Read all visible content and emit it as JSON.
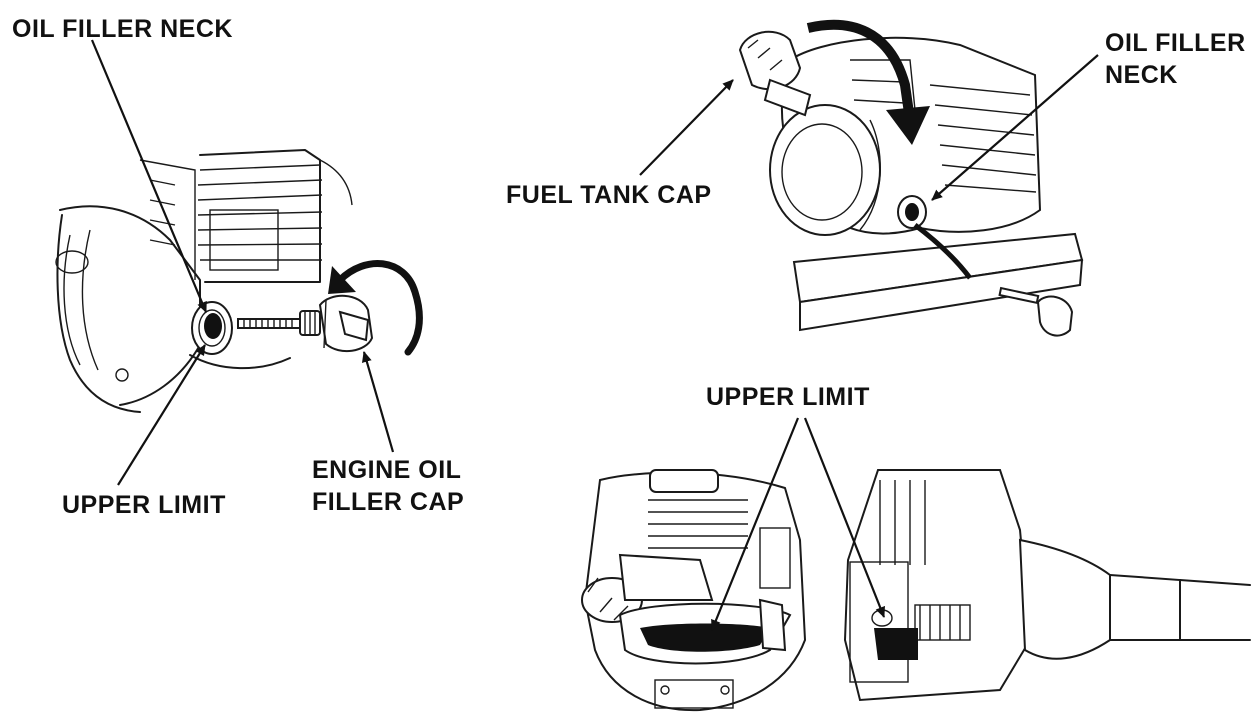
{
  "labels": {
    "oil_filler_neck_left": "OIL FILLER NECK",
    "upper_limit_left": "UPPER LIMIT",
    "engine_oil_filler_cap_line1": "ENGINE OIL",
    "engine_oil_filler_cap_line2": "FILLER CAP",
    "fuel_tank_cap": "FUEL TANK CAP",
    "oil_filler_neck_right_line1": "OIL FILLER",
    "oil_filler_neck_right_line2": "NECK",
    "upper_limit_bottom": "UPPER LIMIT"
  },
  "colors": {
    "ink": "#111111",
    "background": "#ffffff"
  }
}
